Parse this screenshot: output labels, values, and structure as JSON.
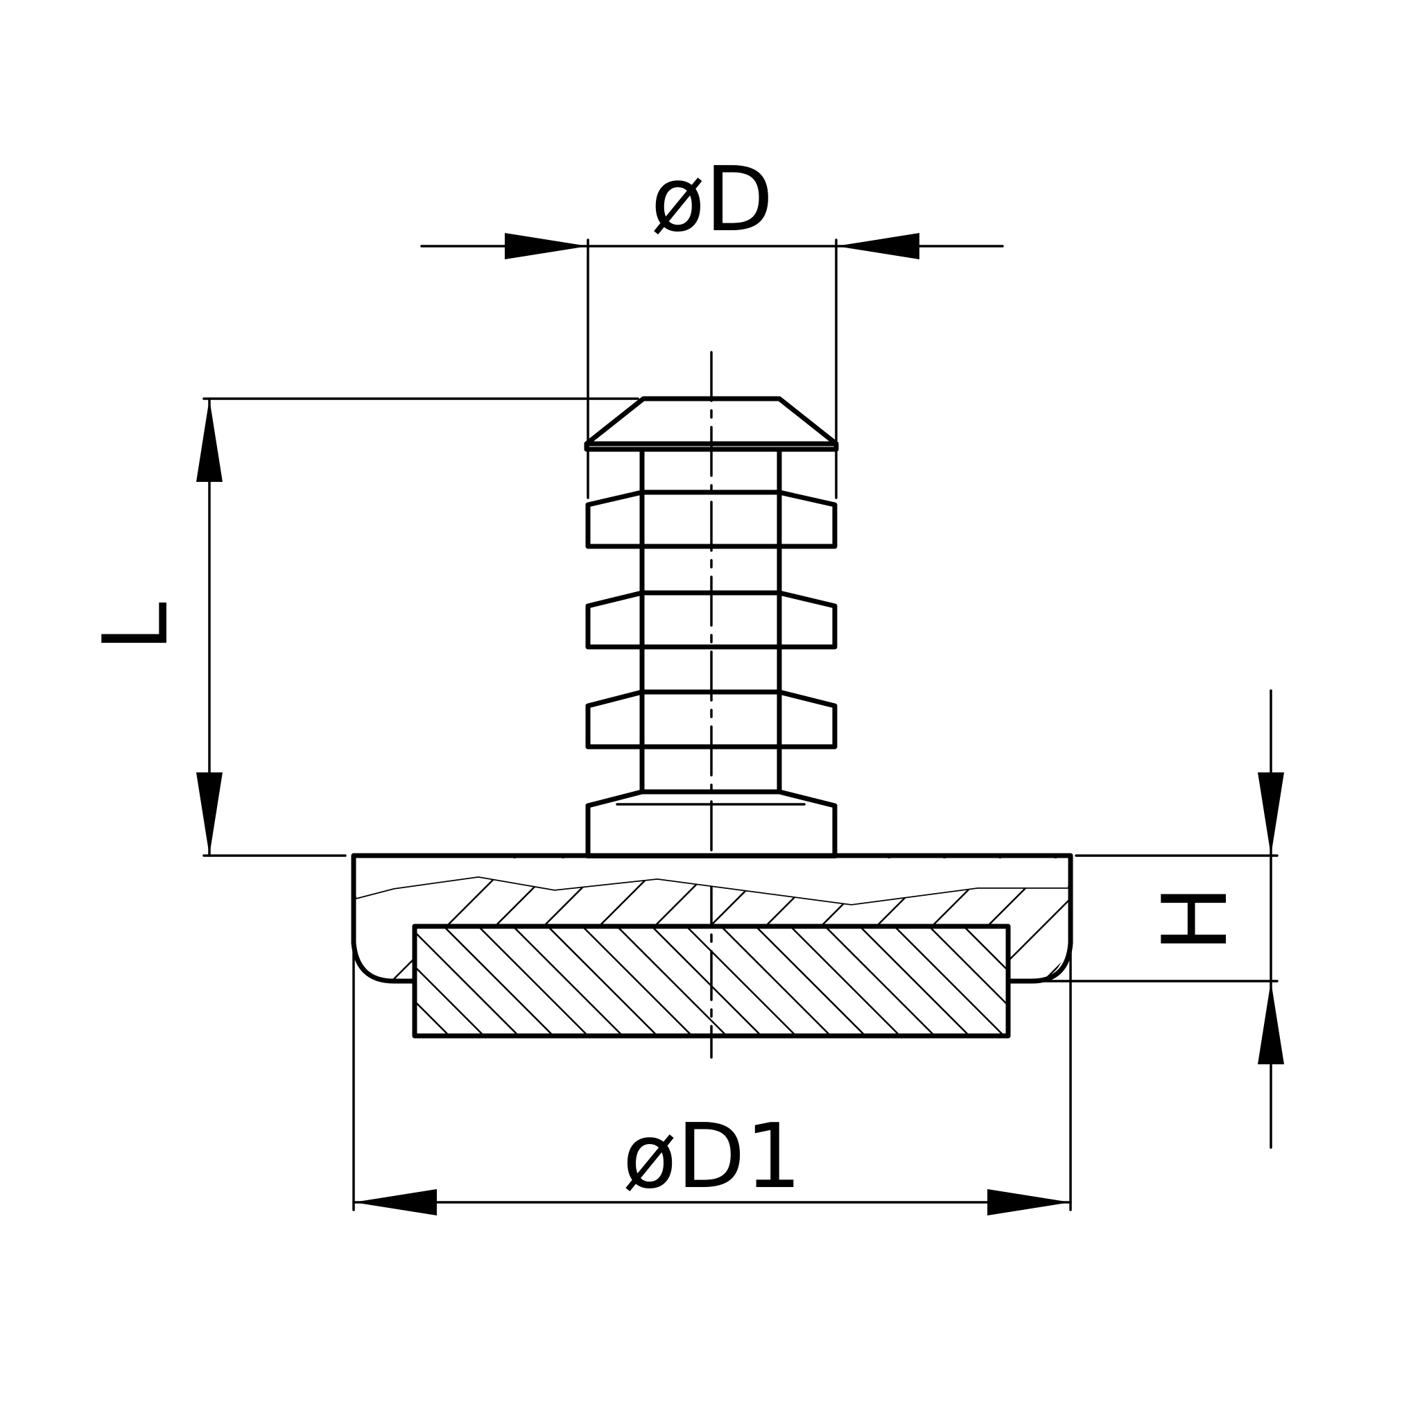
{
  "dimensions": {
    "diameter_d": "øD",
    "diameter_d1": "øD1",
    "length": "L",
    "height": "H"
  },
  "colors": {
    "line": "#000000",
    "background": "#ffffff"
  }
}
